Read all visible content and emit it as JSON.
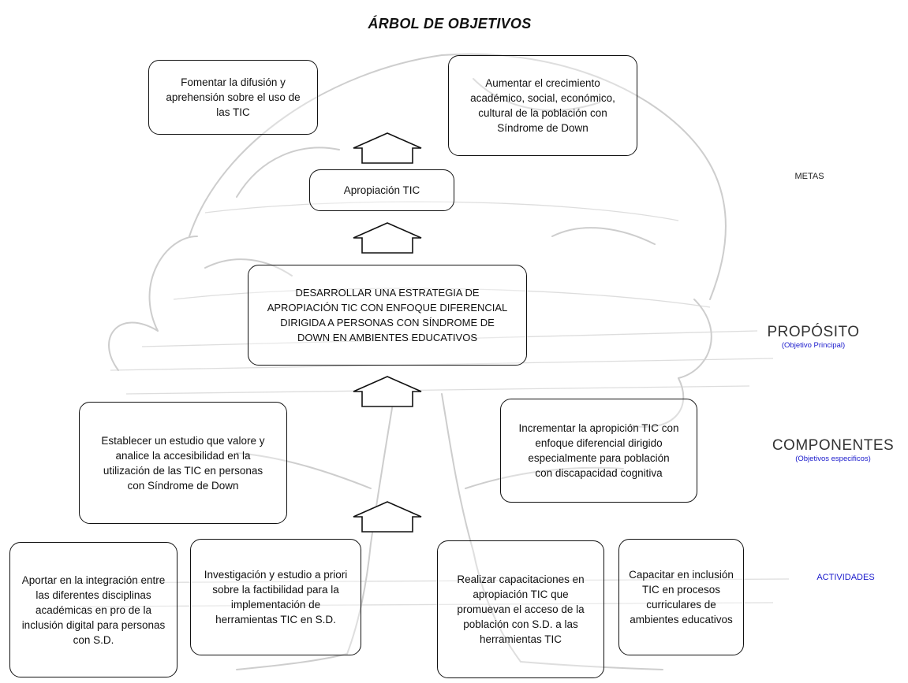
{
  "title": "ÁRBOL DE OBJETIVOS",
  "goals": {
    "left": "Fomentar la difusión y aprehensión sobre el uso de las TIC",
    "right": "Aumentar el crecimiento académico, social, económico, cultural de la población con Síndrome de Down",
    "center": "Apropiación TIC"
  },
  "purpose": "DESARROLLAR UNA ESTRATEGIA DE APROPIACIÓN TIC CON ENFOQUE DIFERENCIAL DIRIGIDA A PERSONAS CON SÍNDROME DE DOWN EN AMBIENTES EDUCATIVOS",
  "components": {
    "left": "Establecer un estudio que valore y analice la accesibilidad en la utilización de las TIC en personas con Síndrome de Down",
    "right": "Incrementar la apropición TIC con enfoque diferencial dirigido especialmente para población con discapacidad cognitiva"
  },
  "activities": [
    "Aportar en la integración entre las diferentes disciplinas académicas en pro de la inclusión digital para personas con S.D.",
    "Investigación y estudio a priori sobre la factibilidad para la implementación de herramientas TIC en S.D.",
    "Realizar capacitaciones en apropiación TIC que promuevan el acceso de la población con S.D. a las herramientas TIC",
    "Capacitar en inclusión TIC en procesos curriculares de ambientes educativos"
  ],
  "levels": {
    "metas": "METAS",
    "proposito": "PROPÓSITO",
    "proposito_sub": "(Objetivo Principal)",
    "componentes": "COMPONENTES",
    "componentes_sub": "(Objetivos especificos)",
    "actividades": "ACTIVIDADES"
  }
}
